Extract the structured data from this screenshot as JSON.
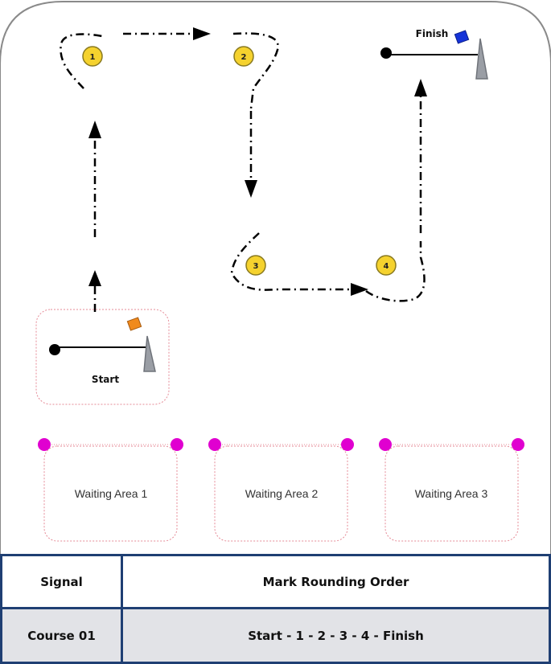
{
  "course": {
    "marks": [
      {
        "label": "1"
      },
      {
        "label": "2"
      },
      {
        "label": "3"
      },
      {
        "label": "4"
      }
    ],
    "start_label": "Start",
    "finish_label": "Finish",
    "waiting_areas": [
      {
        "label": "Waiting Area 1"
      },
      {
        "label": "Waiting Area 2"
      },
      {
        "label": "Waiting Area 3"
      }
    ],
    "colors": {
      "mark_fill": "#f5d22e",
      "start_flag": "#f08a1c",
      "finish_flag": "#1533d8",
      "waiting_dot": "#e000d0",
      "waiting_border": "#e58a96",
      "table_border": "#1f3f73",
      "table_row_bg": "#e2e3e7"
    }
  },
  "table": {
    "header": {
      "signal": "Signal",
      "order": "Mark Rounding Order"
    },
    "rows": [
      {
        "signal": "Course 01",
        "order": "Start - 1 - 2 - 3 - 4 - Finish"
      }
    ]
  }
}
